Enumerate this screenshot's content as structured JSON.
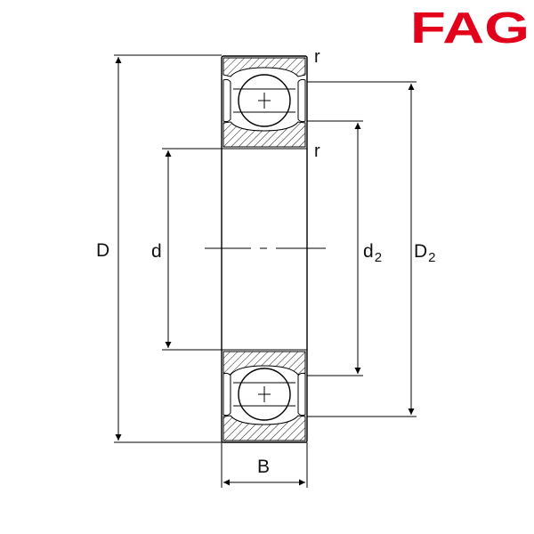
{
  "brand": {
    "name": "FAG",
    "color": "#e3001b"
  },
  "diagram": {
    "dims": {
      "outer_diameter": "D",
      "bore_diameter": "d",
      "inner_ring_shoulder": "d",
      "inner_ring_shoulder_sub": "2",
      "outer_ring_shoulder": "D",
      "outer_ring_shoulder_sub": "2",
      "width": "B",
      "radius_top": "r",
      "radius_inner": "r"
    }
  }
}
